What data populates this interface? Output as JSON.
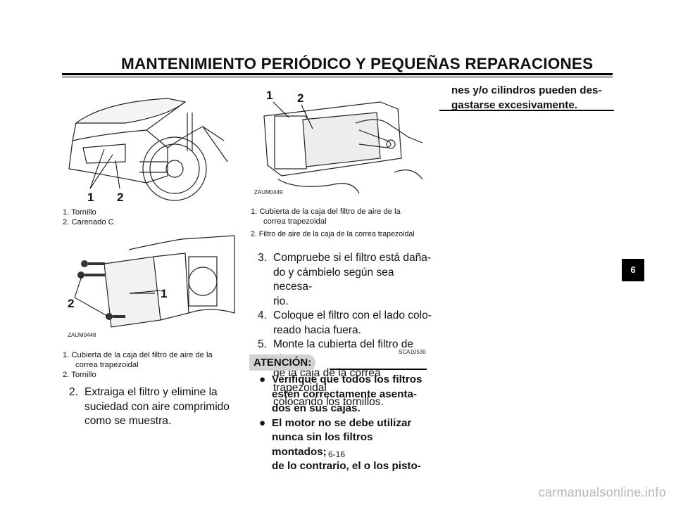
{
  "header": {
    "title": "MANTENIMIENTO PERIÓDICO Y PEQUEÑAS REPARACIONES"
  },
  "fig1": {
    "callouts": [
      "1",
      "2"
    ],
    "captions": [
      "1. Tornillo",
      "2. Carenado C"
    ]
  },
  "fig2": {
    "code": "ZAUM0448",
    "callouts": [
      "1",
      "2"
    ],
    "caption1a": "1. Cubierta de la caja del filtro de aire de la",
    "caption1b": "correa trapezoidal",
    "caption2": "2. Tornillo"
  },
  "fig3": {
    "code": "ZAUM0449",
    "callouts": [
      "1",
      "2"
    ],
    "caption1a": "1. Cubierta de la caja del filtro de aire de la",
    "caption1b": "correa trapezoidal",
    "caption2": "2. Filtro de aire de la caja de la correa trapezoidal"
  },
  "step2": {
    "num": "2.",
    "lines": [
      "Extraiga el filtro y elimine la",
      "suciedad con aire comprimido",
      "como se muestra."
    ]
  },
  "step3": {
    "num": "3.",
    "lines": [
      "Compruebe si el filtro está daña-",
      "do y cámbielo según sea necesa-",
      "rio."
    ]
  },
  "step4": {
    "num": "4.",
    "lines": [
      "Coloque el filtro con el lado colo-",
      "reado hacia fuera."
    ]
  },
  "step5": {
    "num": "5.",
    "lines": [
      "Monte la cubierta del filtro de aire",
      "de la caja de la correa trapezoidal",
      "colocando los tornillos."
    ]
  },
  "notice": {
    "code": "SCA10530",
    "label": "ATENCIÓN:"
  },
  "bullet1": [
    "Verifique que todos los filtros",
    "estén correctamente asenta-",
    "dos en sus cajas."
  ],
  "bullet2": [
    "El motor no se debe utilizar",
    "nunca sin los filtros montados;",
    "de lo contrario, el o los pisto-"
  ],
  "col3": [
    "nes y/o cilindros pueden des-",
    "gastarse excesivamente."
  ],
  "side_tab": "6",
  "page_number": "6-16",
  "watermark": "carmanualsonline.info"
}
